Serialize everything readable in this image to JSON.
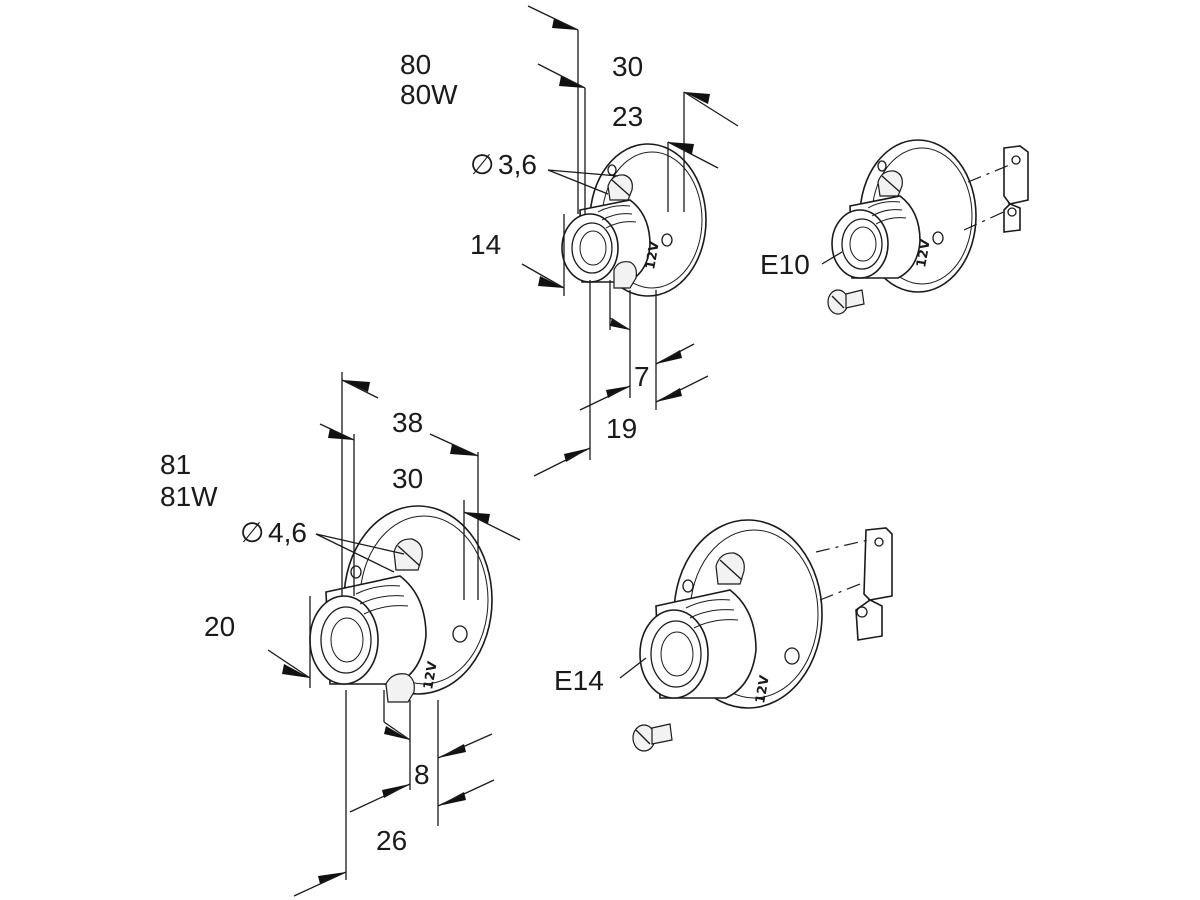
{
  "top_holder": {
    "model_line1": "80",
    "model_line2": "80W",
    "dim_width": "30",
    "dim_inner": "23",
    "dim_hole": "3,6",
    "dim_height": "14",
    "dim_offset": "7",
    "dim_depth": "19"
  },
  "bottom_holder": {
    "model_line1": "81",
    "model_line2": "81W",
    "dim_width": "38",
    "dim_inner": "30",
    "dim_hole": "4,6",
    "dim_height": "20",
    "dim_offset": "8",
    "dim_depth": "26"
  },
  "bracket_top": {
    "thread_label": "E10"
  },
  "bracket_bottom": {
    "thread_label": "E14"
  },
  "symbols": {
    "diameter": "∅"
  }
}
